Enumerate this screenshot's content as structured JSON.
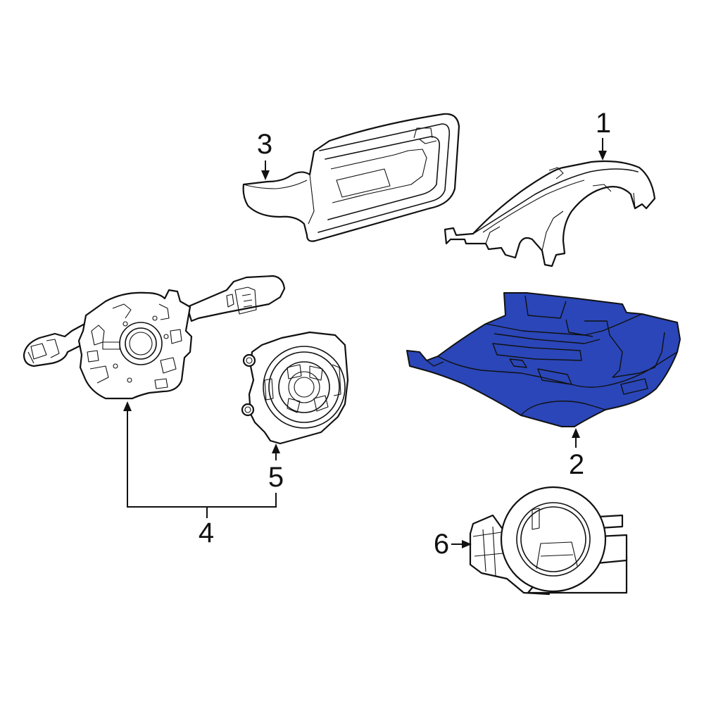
{
  "colors": {
    "highlight": "#2a46b8",
    "line": "#111111",
    "background": "#ffffff"
  },
  "callouts": {
    "c1": "1",
    "c2": "2",
    "c3": "3",
    "c4": "4",
    "c5": "5",
    "c6": "6"
  }
}
